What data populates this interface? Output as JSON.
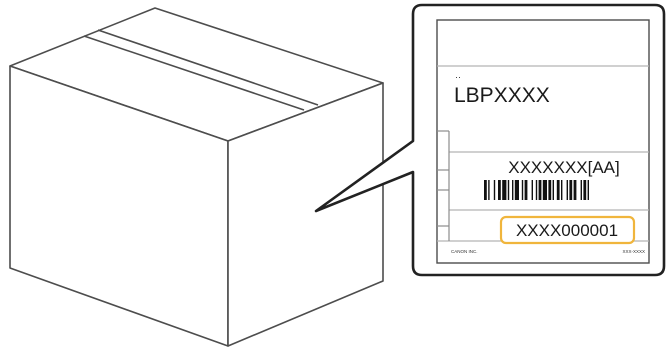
{
  "diagram": {
    "label": {
      "model_name": "LBPXXXX",
      "product_code": "XXXXXXX[AA]",
      "serial_number": "XXXX000001",
      "manufacturer": "CANON INC.",
      "footer_code": "XXX-XXXX"
    },
    "colors": {
      "outline": "#4d4d4d",
      "highlight": "#f0b53c",
      "barcode": "#111111",
      "divider": "#b3b3b3"
    },
    "icons": [
      "box-icon",
      "barcode-icon"
    ]
  }
}
